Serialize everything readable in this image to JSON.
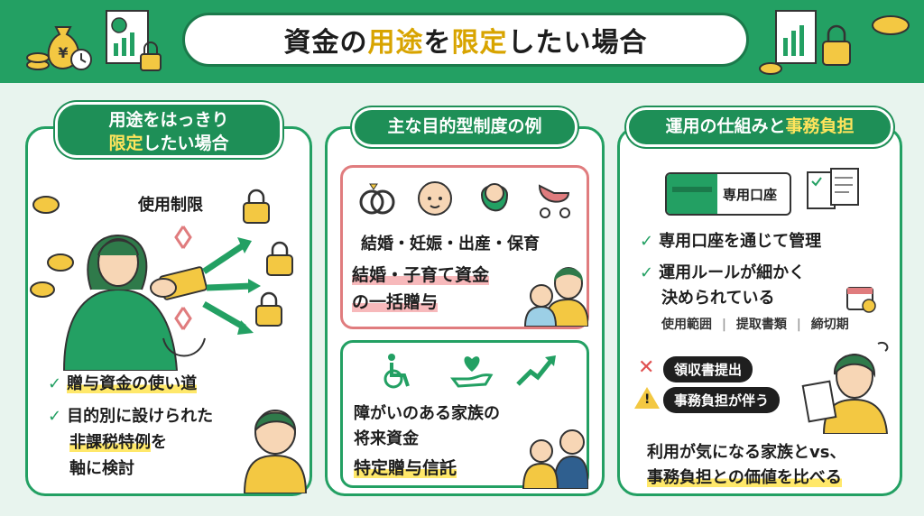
{
  "header": {
    "title_a": "資金の",
    "title_b": "用途",
    "title_c": "を",
    "title_d": "限定",
    "title_e": "したい場合"
  },
  "col1": {
    "caption_l1": "用途をはっきり",
    "caption_l2a": "限定",
    "caption_l2b": "したい場合",
    "use_limit": "使用制限",
    "yen": "¥",
    "bullet1": "贈与資金の使い道",
    "bullet2_l1": "目的別に設けられた",
    "bullet2_l2a": "非課税特例",
    "bullet2_l2b": "を",
    "bullet2_l3": "軸に検討"
  },
  "col2": {
    "caption": "主な目的型制度の例",
    "events": "結婚・妊娠・出産・保育",
    "card1_l1": "結婚・子育て資金",
    "card1_l2": "の一括贈与",
    "card2_l1": "障がいのある家族の",
    "card2_l2": "将来資金",
    "card2_l3": "特定贈与信託"
  },
  "col3": {
    "caption_a": "運用の仕組みと",
    "caption_b": "事務負担",
    "account_label": "専用口座",
    "check1": "専用口座を通じて管理",
    "check2_l1": "運用ルールが細かく",
    "check2_l2": "決められている",
    "rules": [
      "使用範囲",
      "提取書類",
      "締切期"
    ],
    "pill1": "領収書提出",
    "pill2": "事務負担が伴う",
    "bottom_l1": "利用が気になる家族とvs、",
    "bottom_l2": "事務負担との価値を比べる"
  },
  "colors": {
    "brand": "#23a063",
    "accent": "#ffe45c",
    "pink": "#e07c7e"
  }
}
